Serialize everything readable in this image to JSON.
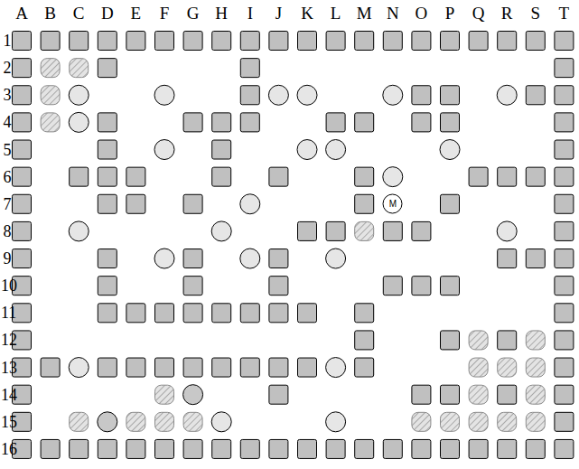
{
  "diagram": {
    "nodes": [
      {
        "text": [
          "M"
        ]
      }
    ],
    "labels": [
      "A",
      "B",
      "C",
      "D",
      "E",
      "F",
      "G",
      "H",
      "I",
      "J",
      "K",
      "L",
      "M",
      "N",
      "O",
      "P",
      "Q",
      "R",
      "S",
      "T",
      "1",
      "2",
      "3",
      "4",
      "5",
      "6",
      "7",
      "8",
      "9",
      "10",
      "11",
      "12",
      "13",
      "14",
      "15",
      "16"
    ]
  }
}
